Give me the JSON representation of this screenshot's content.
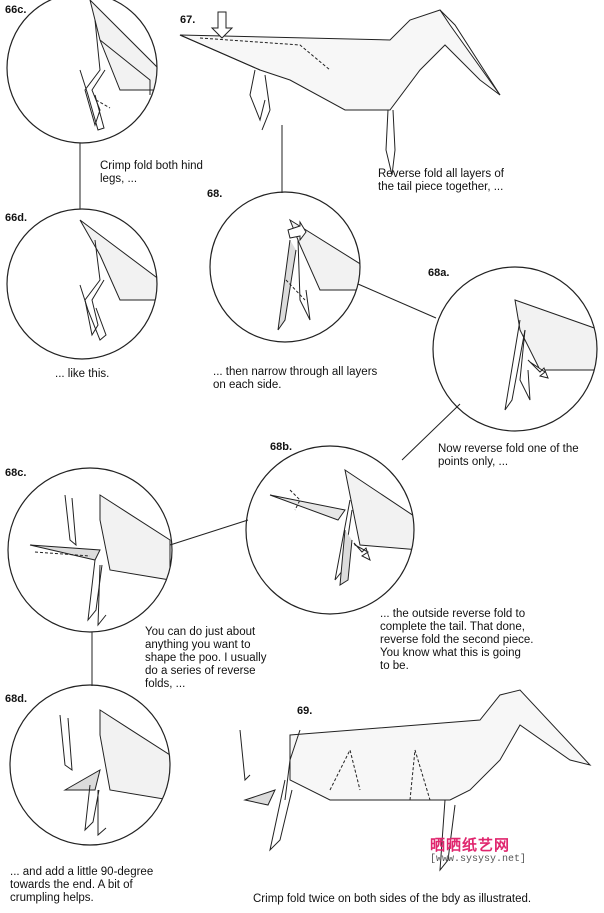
{
  "steps": {
    "s66c": "66c.",
    "s67": "67.",
    "s66d": "66d.",
    "s68": "68.",
    "s68a": "68a.",
    "s68b": "68b.",
    "s68c": "68c.",
    "s68d": "68d.",
    "s69": "69."
  },
  "captions": {
    "c66c": "Crimp fold both hind\nlegs, ...",
    "c67": "Reverse fold all layers of\nthe tail piece together, ...",
    "c66d": "... like this.",
    "c68": "... then narrow through all layers\non each side.",
    "c68a": "Now reverse fold one of the\npoints only, ...",
    "c68b": "... the outside reverse fold to\ncomplete the tail. That done,\nreverse fold the second piece.\nYou know what this is going\nto be.",
    "c68c": "You can do just about\nanything you want to\nshape the poo. I usually\ndo a series of reverse\nfolds, ...",
    "c68d": "... and add a little 90-degree\ntowards the end. A bit of\ncrumpling helps.",
    "c69": "Crimp fold twice on both sides of the bdy as illustrated."
  },
  "watermark": {
    "chinese": "晒晒纸艺网",
    "url": "[www.sysysy.net]",
    "color": "#e0266e"
  }
}
